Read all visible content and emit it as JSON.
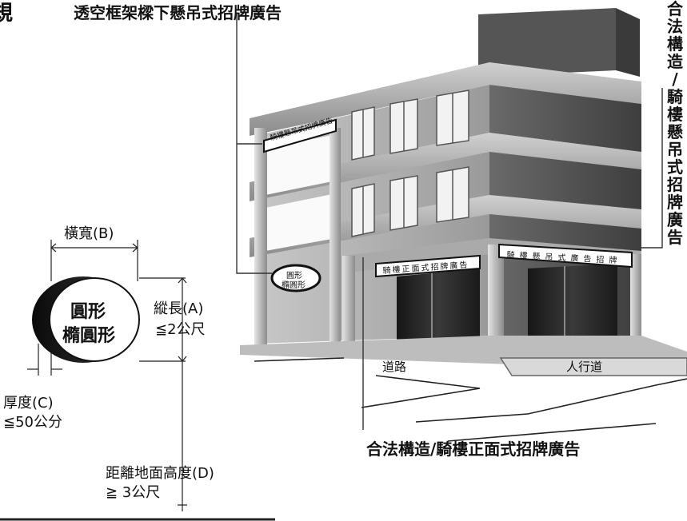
{
  "corner_fragment": "規",
  "captions": {
    "top": "透空框架樑下懸吊式招牌廣告",
    "right_vertical": "合法構造/騎樓懸吊式招牌廣告",
    "bottom": "合法構造/騎樓正面式招牌廣告"
  },
  "signs": {
    "upper_balcony": "騎樓懸吊式招牌廣告",
    "arcade_front": "騎樓正面式招牌廣告",
    "arcade_hanging": "騎樓懸吊式廣告招牌",
    "round_sign_line1": "圓形",
    "round_sign_line2": "橢圓形"
  },
  "ground_labels": {
    "road": "道路",
    "sidewalk": "人行道"
  },
  "dimensions": {
    "width_label": "橫寬(B)",
    "shape_line1": "圓形",
    "shape_line2": "橢圓形",
    "height_label": "縱長(A)",
    "height_limit": "≦2公尺",
    "thickness_label": "厚度(C)",
    "thickness_limit": "≦50公分",
    "ground_clearance_label": "距離地面高度(D)",
    "ground_clearance_limit": "≧ 3公尺"
  }
}
